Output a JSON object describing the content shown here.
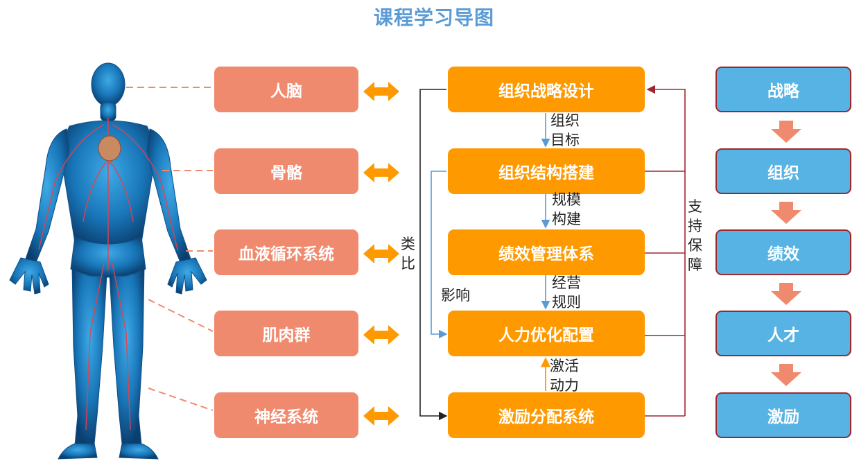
{
  "title": "课程学习导图",
  "body_parts": [
    "人脑",
    "骨骼",
    "血液循环系统",
    "肌肉群",
    "神经系统"
  ],
  "org_modules": [
    "组织战略设计",
    "组织结构搭建",
    "绩效管理体系",
    "人力优化配置",
    "激励分配系统"
  ],
  "chain": [
    "战略",
    "组织",
    "绩效",
    "人才",
    "激励"
  ],
  "connector_labels": {
    "analogy": [
      "类",
      "比"
    ],
    "influence": "影响",
    "support": [
      "支",
      "持",
      "保",
      "障"
    ],
    "org_goal": [
      "组织",
      "目标"
    ],
    "scale_build": [
      "规模",
      "构建"
    ],
    "operating_rules": [
      "经营",
      "规则"
    ],
    "motivation": [
      "激活",
      "动力"
    ]
  },
  "colors": {
    "title": "#5b9bd5",
    "body_box": "#f08a6e",
    "org_box": "#ff9900",
    "chain_box": "#56b3e3",
    "chain_border": "#a0262e",
    "double_arrow": "#ff9900",
    "down_arrow": "#f08a6e",
    "support_line": "#a0262e",
    "flow_arrow": "#5b9bd5"
  }
}
